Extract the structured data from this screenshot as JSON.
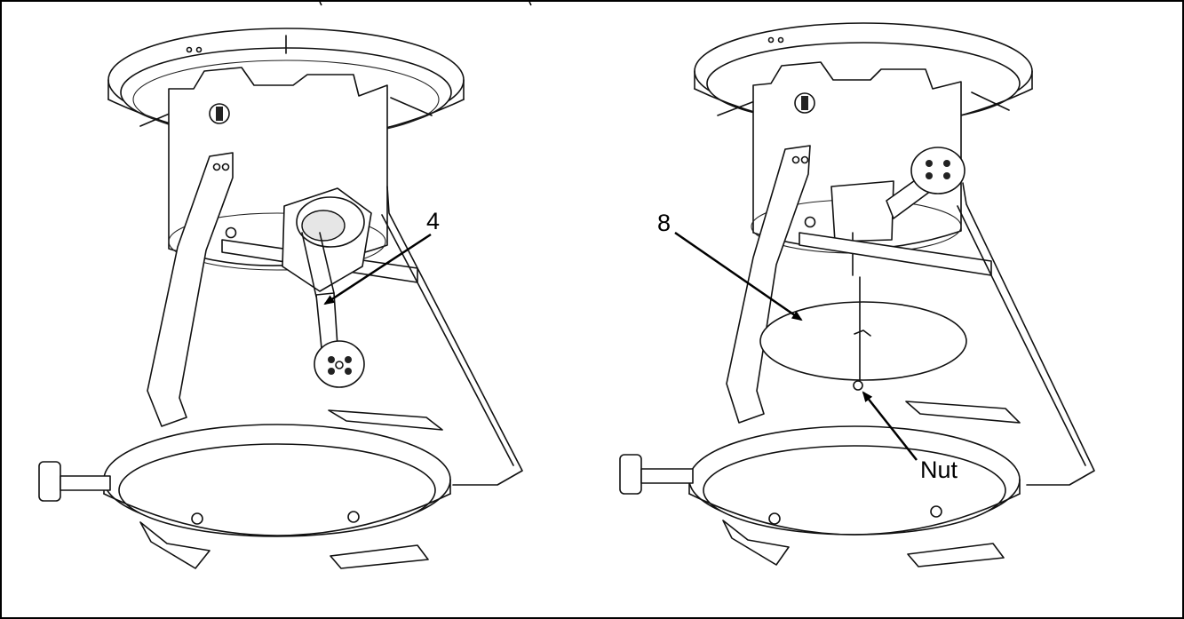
{
  "figure": {
    "left_view": {
      "callout_label": "4"
    },
    "right_view": {
      "callout_label_part": "8",
      "callout_label_nut": "Nut"
    }
  }
}
